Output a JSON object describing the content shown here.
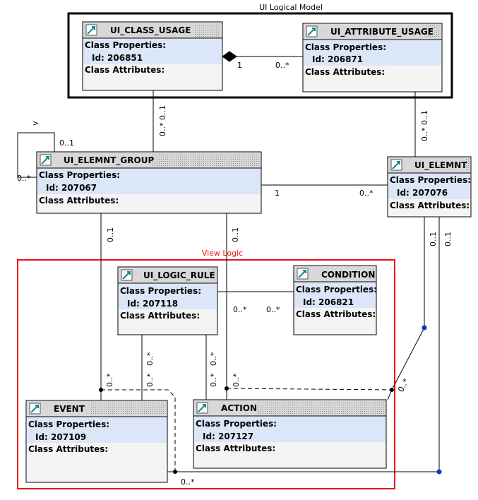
{
  "packages": {
    "logical_model": {
      "label": "UI Logical Model",
      "color": "#000000"
    },
    "view_logic": {
      "label": "View Logic",
      "color": "#ee1111"
    }
  },
  "common": {
    "properties_label": "Class Properties:",
    "attributes_label": "Class Attributes:"
  },
  "classes": {
    "ui_class_usage": {
      "name": "UI_CLASS_USAGE",
      "id": "Id: 206851"
    },
    "ui_attribute_usage": {
      "name": "UI_ATTRIBUTE_USAGE",
      "id": "Id: 206871"
    },
    "ui_elemnt_group": {
      "name": "UI_ELEMNT_GROUP",
      "id": "Id: 207067"
    },
    "ui_elemnt": {
      "name": "UI_ELEMNT",
      "id": "Id: 207076"
    },
    "ui_logic_rule": {
      "name": "UI_LOGIC_RULE",
      "id": "Id: 207118"
    },
    "condition": {
      "name": "CONDITION",
      "id": "Id: 206821"
    },
    "event": {
      "name": "EVENT",
      "id": "Id: 207109"
    },
    "action": {
      "name": "ACTION",
      "id": "Id: 207127"
    }
  },
  "multiplicities": {
    "comp_one": "1",
    "comp_many": "0..*",
    "cu_group": "0..*  0..1",
    "au_elemnt": "0..*  0..1",
    "self_upper": "0..1",
    "self_lower": "0..*",
    "self_arrow": ">",
    "group_elemnt_one": "1",
    "group_elemnt_many": "0..*",
    "group_event": "0..1",
    "group_action": "0..1",
    "elemnt_v1": "0..1",
    "elemnt_v2": "0..1",
    "rule_cond_a": "0..*",
    "rule_cond_b": "0..*",
    "rule_event": "0..*",
    "rule_action": "0..*",
    "event_dash": "0..*",
    "action_dash": "0..*",
    "elemnt_diag": "0..*",
    "bottom": "0..*",
    "event_left": "0..*",
    "event_right": "0..*",
    "action_left": "0..*"
  },
  "colors": {
    "header_bg": "#d8d8d8",
    "props_bg": "#dbe7f8",
    "body_bg": "#f4f4f4",
    "icon_teal": "#0e8a8a",
    "junction_blue": "#1133cc"
  }
}
